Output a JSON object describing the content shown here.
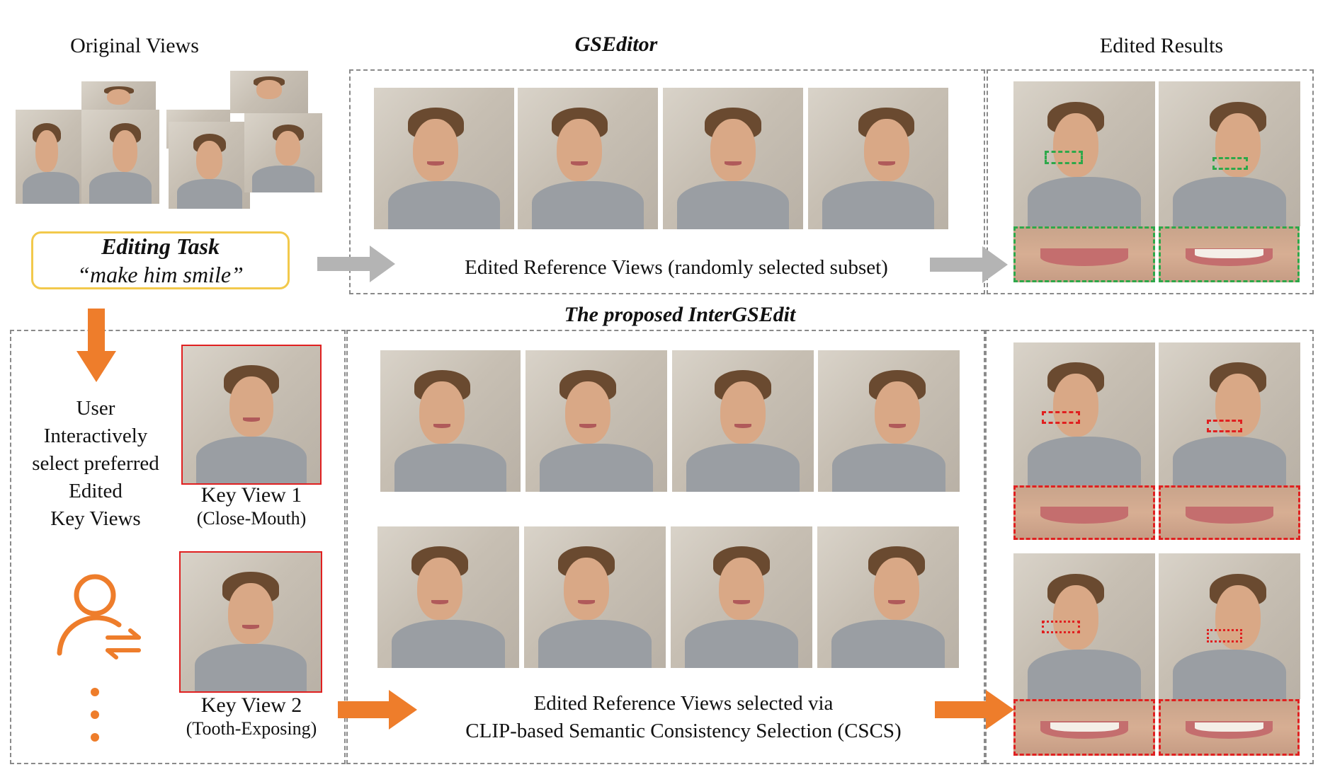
{
  "headers": {
    "original_views": "Original Views",
    "gseditor": "GSEditor",
    "edited_results": "Edited Results",
    "intergsedit": "The proposed InterGSEdit"
  },
  "task": {
    "title": "Editing Task",
    "prompt": "“make him smile”"
  },
  "gseditor_caption": "Edited Reference Views (randomly selected subset)",
  "user_text": [
    "User",
    "Interactively",
    "select preferred",
    "Edited",
    "Key Views"
  ],
  "key_views": [
    {
      "name": "Key View 1",
      "sub": "(Close-Mouth)"
    },
    {
      "name": "Key View 2",
      "sub": "(Tooth-Exposing)"
    }
  ],
  "intergsedit_caption": [
    "Edited Reference Views selected via",
    "CLIP-based Semantic Consistency Selection (CSCS)"
  ],
  "ellipsis": "⋮",
  "colors": {
    "orange": "#ee7d2b",
    "gray_arrow": "#b4b4b4",
    "green_box": "#2ea84a",
    "red_box": "#e02020",
    "task_border": "#f2c94c"
  },
  "icons": [
    "user-swap-icon"
  ]
}
